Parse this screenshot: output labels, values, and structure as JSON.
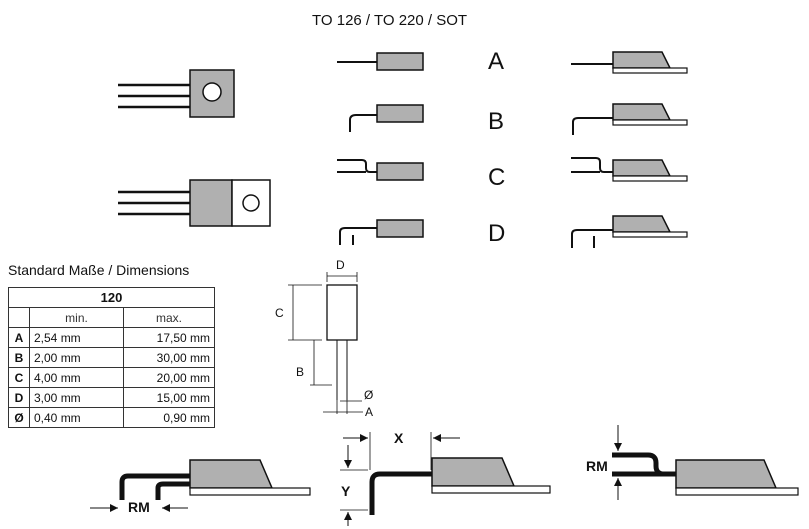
{
  "title": "TO 126 / TO 220 / SOT",
  "row_letters": [
    "A",
    "B",
    "C",
    "D"
  ],
  "dimensions_heading": "Standard Maße / Dimensions",
  "table": {
    "header": "120",
    "min_label": "min.",
    "max_label": "max.",
    "rows": [
      {
        "key": "A",
        "min": "2,54 mm",
        "max": "17,50 mm"
      },
      {
        "key": "B",
        "min": "2,00 mm",
        "max": "30,00 mm"
      },
      {
        "key": "C",
        "min": "4,00 mm",
        "max": "20,00 mm"
      },
      {
        "key": "D",
        "min": "3,00 mm",
        "max": "15,00 mm"
      },
      {
        "key": "Ø",
        "min": "0,40 mm",
        "max": "0,90 mm"
      }
    ]
  },
  "drawing_labels": {
    "d": "D",
    "c": "C",
    "b": "B",
    "phi": "Ø",
    "a": "A",
    "x": "X",
    "y": "Y",
    "rm_left": "RM",
    "rm_right": "RM"
  },
  "colors": {
    "body_fill": "#b0b0b0",
    "line": "#111111"
  }
}
